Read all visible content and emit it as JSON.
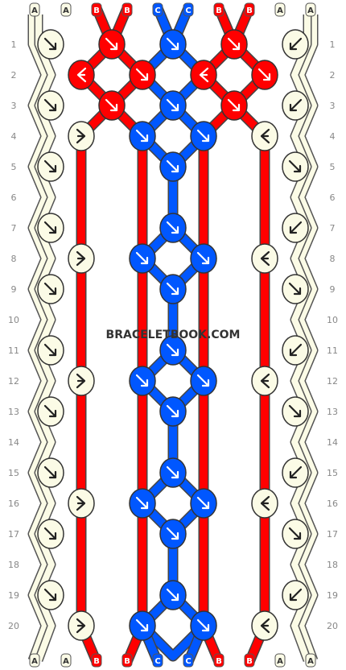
{
  "watermark": "BRACELETBOOK.COM",
  "strands": [
    {
      "letter": "A",
      "color": "#fbfbe6"
    },
    {
      "letter": "A",
      "color": "#fbfbe6"
    },
    {
      "letter": "B",
      "color": "#ff0000"
    },
    {
      "letter": "B",
      "color": "#ff0000"
    },
    {
      "letter": "C",
      "color": "#0057ff"
    },
    {
      "letter": "C",
      "color": "#0057ff"
    },
    {
      "letter": "B",
      "color": "#ff0000"
    },
    {
      "letter": "B",
      "color": "#ff0000"
    },
    {
      "letter": "A",
      "color": "#fbfbe6"
    },
    {
      "letter": "A",
      "color": "#fbfbe6"
    }
  ],
  "bottom_strands": [
    {
      "letter": "A",
      "color": "#fbfbe6"
    },
    {
      "letter": "A",
      "color": "#fbfbe6"
    },
    {
      "letter": "B",
      "color": "#ff0000"
    },
    {
      "letter": "B",
      "color": "#ff0000"
    },
    {
      "letter": "C",
      "color": "#0057ff"
    },
    {
      "letter": "C",
      "color": "#0057ff"
    },
    {
      "letter": "B",
      "color": "#ff0000"
    },
    {
      "letter": "B",
      "color": "#ff0000"
    },
    {
      "letter": "A",
      "color": "#fbfbe6"
    },
    {
      "letter": "A",
      "color": "#fbfbe6"
    }
  ],
  "row_labels": [
    "1",
    "2",
    "3",
    "4",
    "5",
    "6",
    "7",
    "8",
    "9",
    "10",
    "11",
    "12",
    "13",
    "14",
    "15",
    "16",
    "17",
    "18",
    "19",
    "20"
  ],
  "colors": {
    "A": "#fbfbe6",
    "B": "#ff0000",
    "C": "#0057ff"
  },
  "knots": [
    [
      "A:BR",
      "B:BR",
      "C:BR",
      "B:BR",
      "A:BL"
    ],
    [
      "B:FL",
      "B:BR",
      "B:FL",
      "B:BR"
    ],
    [
      "A:BR",
      "B:BR",
      "C:BR",
      "B:BR",
      "A:BL"
    ],
    [
      "A:FR",
      "C:BR",
      "C:BR",
      "A:FL"
    ],
    [
      "A:BR",
      null,
      "C:BR",
      null,
      "A:BR"
    ],
    [
      null,
      null,
      null,
      null
    ],
    [
      "A:BR",
      null,
      "C:BR",
      null,
      "A:BL"
    ],
    [
      "A:FR",
      "C:BR",
      "C:BR",
      "A:FL"
    ],
    [
      "A:BR",
      null,
      "C:BR",
      null,
      "A:BR"
    ],
    [
      null,
      null,
      null,
      null
    ],
    [
      "A:BR",
      null,
      "C:BR",
      null,
      "A:BL"
    ],
    [
      "A:FR",
      "C:BR",
      "C:BR",
      "A:FL"
    ],
    [
      "A:BR",
      null,
      "C:BR",
      null,
      "A:BR"
    ],
    [
      null,
      null,
      null,
      null
    ],
    [
      "A:BR",
      null,
      "C:BR",
      null,
      "A:BL"
    ],
    [
      "A:FR",
      "C:BR",
      "C:BR",
      "A:FL"
    ],
    [
      "A:BR",
      null,
      "C:BR",
      null,
      "A:BR"
    ],
    [
      null,
      null,
      null,
      null
    ],
    [
      "A:BR",
      null,
      "C:BR",
      null,
      "A:BL"
    ],
    [
      "A:FR",
      "C:BR",
      "C:BR",
      "A:FL"
    ]
  ]
}
